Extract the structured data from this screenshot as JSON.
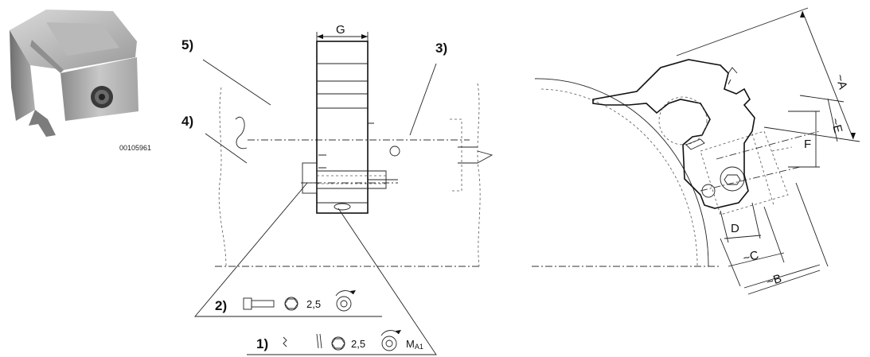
{
  "photo": {
    "caption": "00105961"
  },
  "callouts": {
    "c1": "1)",
    "c2": "2)",
    "c3": "3)",
    "c4": "4)",
    "c5": "5)"
  },
  "dimensions": {
    "G": "G",
    "A": "~A",
    "B": "~B",
    "C": "~C",
    "D": "D",
    "E": "~E",
    "F": "F"
  },
  "instructions": {
    "step2": {
      "key_size": "2,5"
    },
    "step1": {
      "key_size": "2,5",
      "torque": "M",
      "torque_sub": "A1"
    }
  }
}
